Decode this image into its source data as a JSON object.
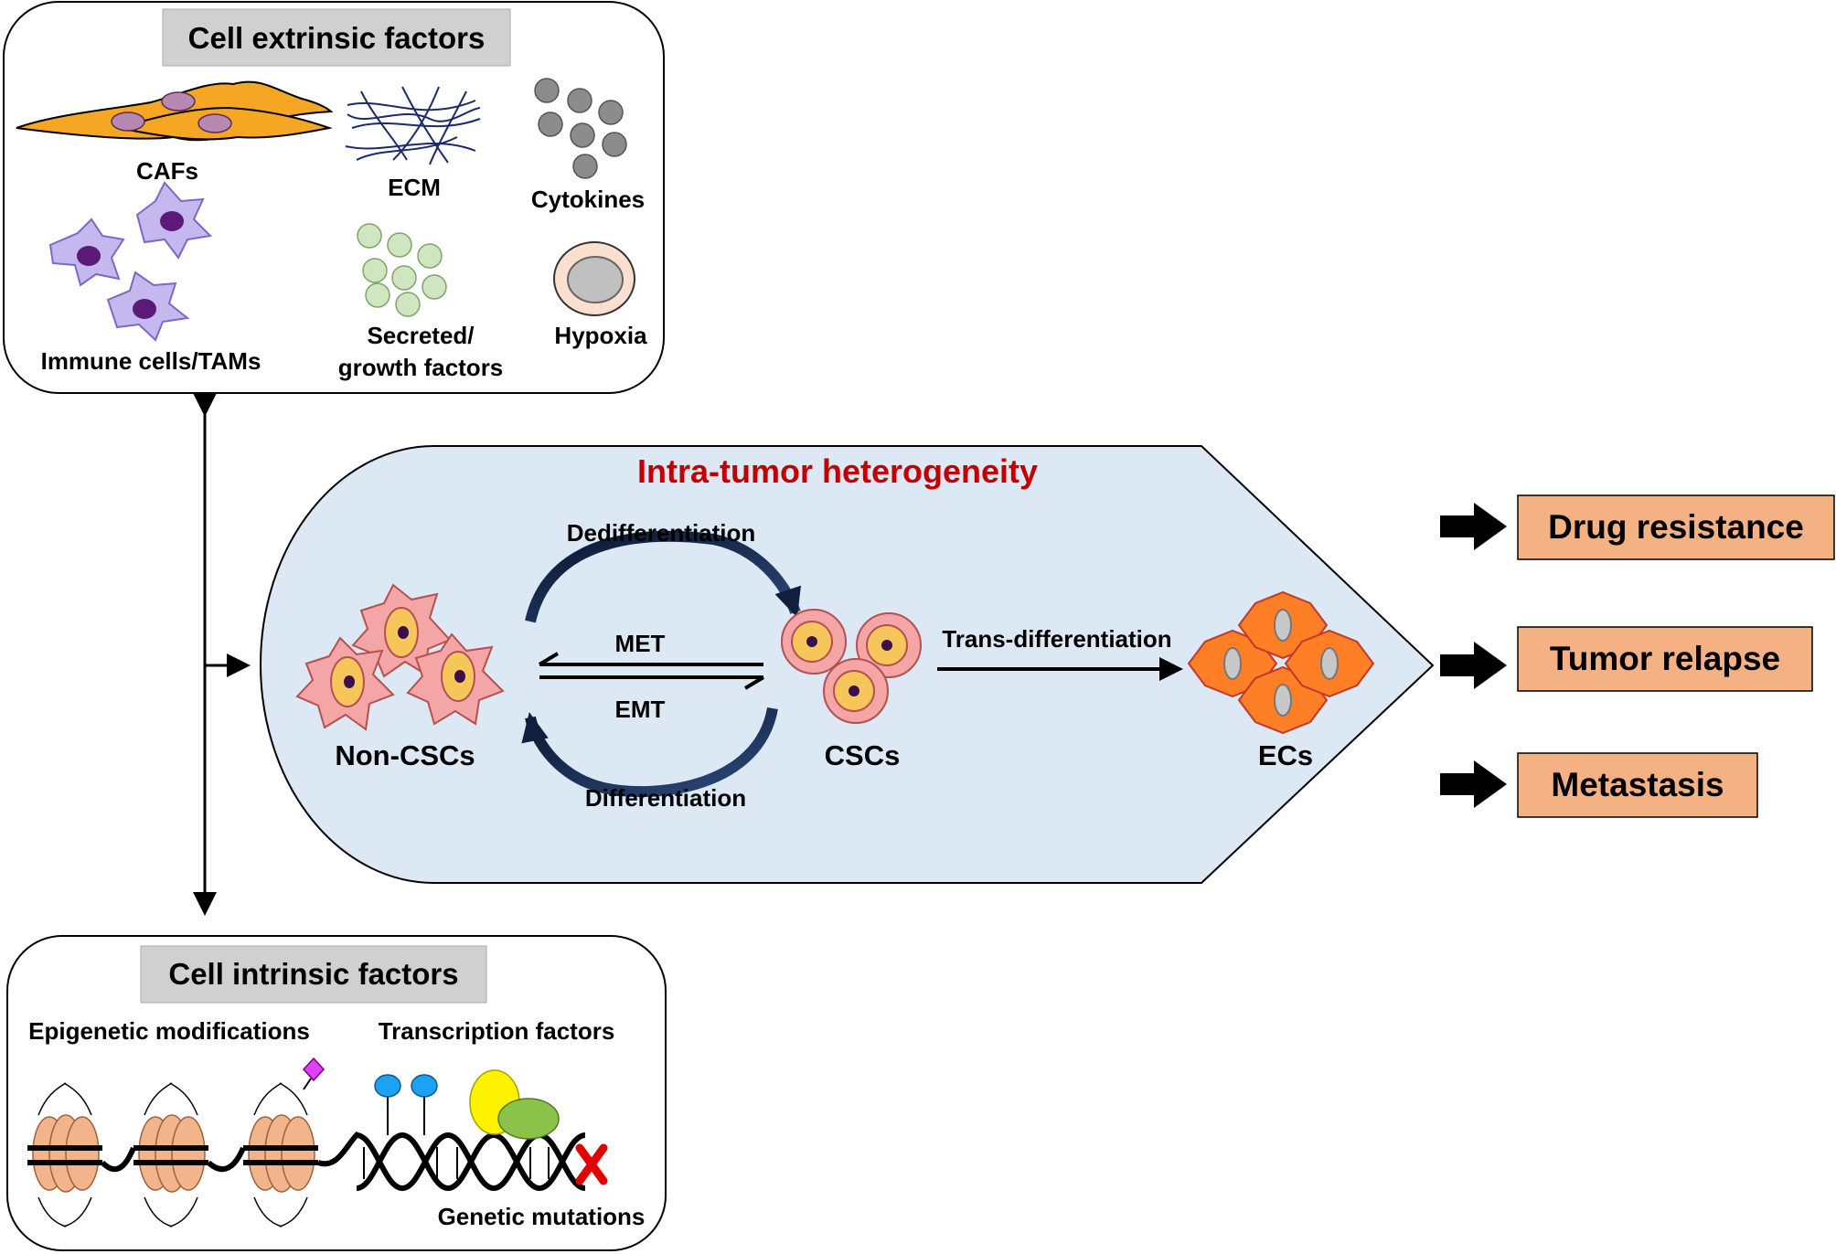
{
  "extrinsic": {
    "title": "Cell extrinsic factors",
    "labels": {
      "cafs": "CAFs",
      "ecm": "ECM",
      "cytokines": "Cytokines",
      "immune": "Immune cells/TAMs",
      "secreted_line1": "Secreted/",
      "secreted_line2": "growth factors",
      "hypoxia": "Hypoxia"
    }
  },
  "center": {
    "title": "Intra-tumor heterogeneity",
    "dedifferentiation": "Dedifferentiation",
    "differentiation": "Differentiation",
    "met": "MET",
    "emt": "EMT",
    "trans": "Trans-differentiation",
    "non_cscs": "Non-CSCs",
    "cscs": "CSCs",
    "ecs": "ECs"
  },
  "outcomes": [
    "Drug resistance",
    "Tumor relapse",
    "Metastasis"
  ],
  "intrinsic": {
    "title": "Cell intrinsic factors",
    "epigenetic": "Epigenetic modifications",
    "transcription": "Transcription factors",
    "mutations": "Genetic mutations"
  },
  "colors": {
    "center_fill": "#dce9f5",
    "title_red": "#c00000",
    "outcome_fill": "#f4b183",
    "header_gray": "#d0d0d0",
    "caf_orange": "#f5a623",
    "ec_orange": "#ff7f27",
    "noncsc_pink": "#f4a6a6",
    "nucleus_yellow": "#f7c65a",
    "immune_lilac": "#c5b8ef",
    "nucleosome": "#f2b48b",
    "growth_green": "#cfe6c0",
    "cytokine_gray": "#8c8c8c"
  },
  "icons": [
    "caf-cells",
    "ecm-fibers",
    "cytokine-dots",
    "immune-cells",
    "growth-factor-dots",
    "hypoxia-cell",
    "non-csc-cells",
    "csc-cells",
    "ec-cells",
    "nucleosomes",
    "dna-helix",
    "mutation-x"
  ]
}
